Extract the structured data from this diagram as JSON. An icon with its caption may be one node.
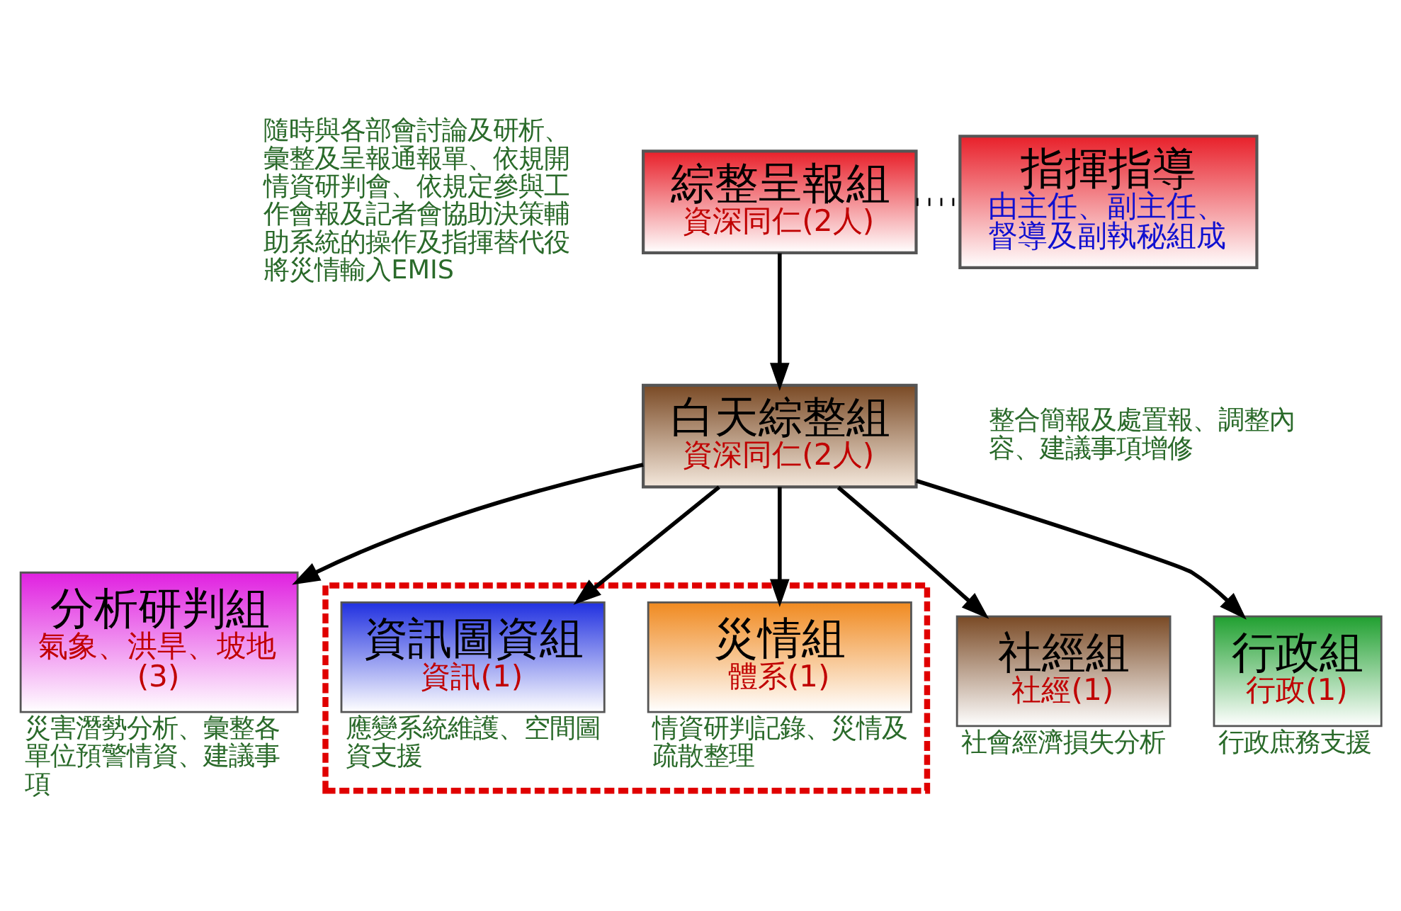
{
  "diagram": {
    "nodes": [
      {
        "text": [
          "綜整呈報組",
          "資深同仁(2人)"
        ],
        "beside": [
          "隨時與各部會討論及研析、彙整及呈報通報單、依規開情資研判會、依規定參與工作會報及記者會協助決策輔助系統的操作及指揮替代役將災情輸入EMIS"
        ]
      },
      {
        "text": [
          "指揮指導",
          "由主任、副主任、督導及副執秘組成"
        ]
      },
      {
        "text": [
          "白天綜整組",
          "資深同仁(2人)"
        ],
        "beside": [
          "整合簡報及處置報、調整內容、建議事項增修"
        ]
      },
      {
        "text": [
          "分析研判組",
          "氣象、洪旱、坡地(3)"
        ],
        "beside": [
          "災害潛勢分析、彙整各單位預警情資、建議事項"
        ]
      },
      {
        "text": [],
        "shape": "box"
      },
      {
        "text": [
          "災情組",
          "體系(1)"
        ],
        "in": 4,
        "beside": [
          "情資研判記錄、災情及疏散整理"
        ]
      },
      {
        "text": [
          "資訊圖資組",
          "資訊(1)"
        ],
        "in": 4,
        "beside": [
          "應變系統維護、空間圖資支援"
        ]
      },
      {
        "text": [
          "社經組",
          "社經(1)"
        ],
        "beside": [
          "社會經濟損失分析"
        ]
      },
      {
        "text": [
          "行政組",
          "行政(1)"
        ],
        "beside": [
          "行政庶務支援"
        ]
      }
    ],
    "edges": [
      {
        "from": 0,
        "to": 1,
        "arrow": "none",
        "style": "dashed"
      },
      {
        "from": 0,
        "to": 2,
        "arrow": "to"
      },
      {
        "from": 2,
        "to": 3,
        "arrow": "to"
      },
      {
        "from": 2,
        "to": 5,
        "arrow": "to"
      },
      {
        "from": 2,
        "to": 6,
        "arrow": "to"
      },
      {
        "from": 2,
        "to": 7,
        "arrow": "to"
      },
      {
        "from": 2,
        "to": 8,
        "arrow": "to"
      }
    ]
  }
}
